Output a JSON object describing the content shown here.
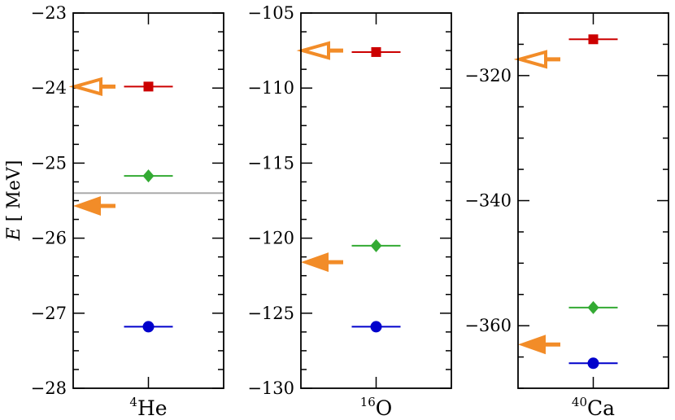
{
  "chart_data": [
    {
      "type": "scatter",
      "xlabel_main": "He",
      "xlabel_sup": "4",
      "ylabel_italic": "E",
      "ylabel_rest": " [ MeV]",
      "ylim": [
        -28,
        -23
      ],
      "yticks": [
        -23,
        -24,
        -25,
        -26,
        -27,
        -28
      ],
      "ytick_labels": [
        "−23",
        "−24",
        "−25",
        "−26",
        "−27",
        "−28"
      ],
      "minor_step": 0.25,
      "reference_line": -25.4,
      "markers": [
        {
          "shape": "square",
          "color": "#cc0000",
          "y": -23.98
        },
        {
          "shape": "diamond",
          "color": "#33aa33",
          "y": -25.17
        },
        {
          "shape": "circle",
          "color": "#0000cc",
          "y": -27.18
        }
      ],
      "arrows": [
        {
          "style": "open",
          "color": "#f28c28",
          "y": -23.98
        },
        {
          "style": "filled",
          "color": "#f28c28",
          "y": -25.57
        }
      ]
    },
    {
      "type": "scatter",
      "xlabel_main": "O",
      "xlabel_sup": "16",
      "ylim": [
        -130,
        -105
      ],
      "yticks": [
        -105,
        -110,
        -115,
        -120,
        -125,
        -130
      ],
      "ytick_labels": [
        "−105",
        "−110",
        "−115",
        "−120",
        "−125",
        "−130"
      ],
      "minor_step": 1.25,
      "markers": [
        {
          "shape": "square",
          "color": "#cc0000",
          "y": -107.6
        },
        {
          "shape": "diamond",
          "color": "#33aa33",
          "y": -120.5
        },
        {
          "shape": "circle",
          "color": "#0000cc",
          "y": -125.9
        }
      ],
      "arrows": [
        {
          "style": "open",
          "color": "#f28c28",
          "y": -107.5
        },
        {
          "style": "filled",
          "color": "#f28c28",
          "y": -121.6
        }
      ]
    },
    {
      "type": "scatter",
      "xlabel_main": "Ca",
      "xlabel_sup": "40",
      "ylim": [
        -370,
        -310
      ],
      "yticks": [
        -320,
        -340,
        -360
      ],
      "ytick_labels": [
        "−320",
        "−340",
        "−360"
      ],
      "minor_step": 5,
      "markers": [
        {
          "shape": "square",
          "color": "#cc0000",
          "y": -314.2
        },
        {
          "shape": "diamond",
          "color": "#33aa33",
          "y": -357.1
        },
        {
          "shape": "circle",
          "color": "#0000cc",
          "y": -366.0
        }
      ],
      "arrows": [
        {
          "style": "open",
          "color": "#f28c28",
          "y": -317.4
        },
        {
          "style": "filled",
          "color": "#f28c28",
          "y": -363.0
        }
      ]
    }
  ]
}
